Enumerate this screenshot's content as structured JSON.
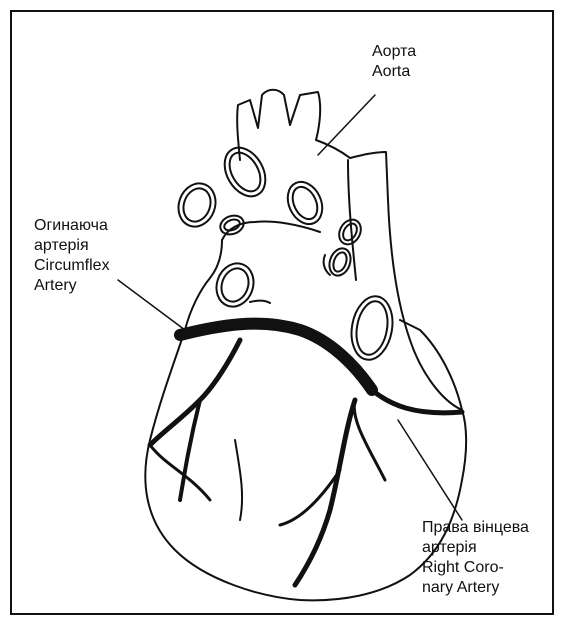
{
  "labels": {
    "aorta": {
      "uk": "Аорта",
      "en": "Aorta"
    },
    "circumflex": {
      "uk_line1": "Огинаюча",
      "uk_line2": "артерія",
      "en_line1": "Circumflex",
      "en_line2": "Artery"
    },
    "right_coronary": {
      "uk_line1": "Права вінцева",
      "uk_line2": "артерія",
      "en_line1": "Right Coro-",
      "en_line2": "nary Artery"
    }
  },
  "colors": {
    "line": "#111111",
    "background": "#ffffff"
  }
}
